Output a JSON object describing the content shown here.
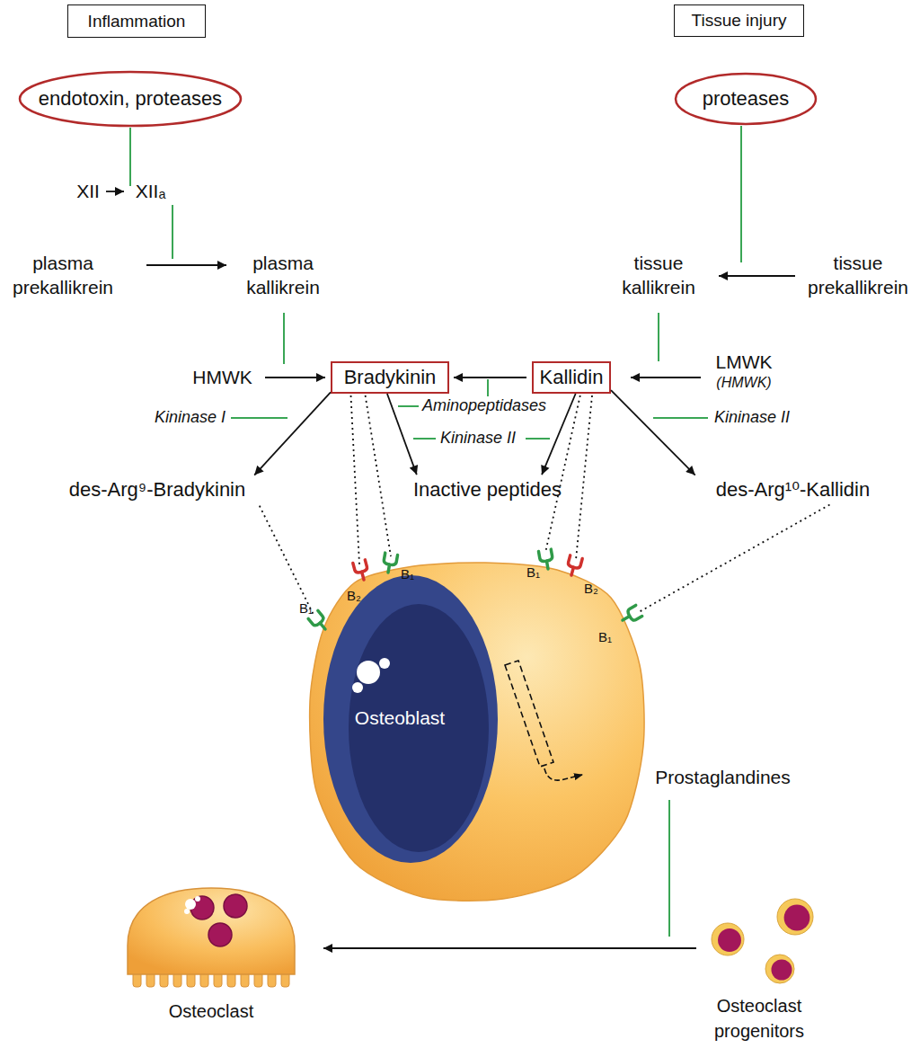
{
  "diagram": {
    "nodes": [
      {
        "text": [
          "Inflammation"
        ]
      },
      {
        "text": [
          "Tissue injury"
        ]
      },
      {
        "text": [
          "endotoxin, proteases"
        ]
      },
      {
        "text": [
          "proteases"
        ]
      },
      {
        "text": [
          "XII"
        ]
      },
      {
        "text": [
          "XIIₐ"
        ]
      },
      {
        "text": [
          "plasma prekallikrein"
        ]
      },
      {
        "text": [
          "plasma kallikrein"
        ]
      },
      {
        "text": [
          "tissue kallikrein"
        ]
      },
      {
        "text": [
          "tissue prekallikrein"
        ]
      },
      {
        "text": [
          "HMWK"
        ]
      },
      {
        "text": [
          "Bradykinin"
        ]
      },
      {
        "text": [
          "Kallidin"
        ]
      },
      {
        "text": [
          "LMWK",
          "(HMWK)"
        ]
      },
      {
        "text": [
          "des-Arg⁹-Bradykinin"
        ]
      },
      {
        "text": [
          "Inactive peptides"
        ]
      },
      {
        "text": [
          "des-Arg¹⁰-Kallidin"
        ]
      },
      {
        "text": [
          "Osteoblast"
        ]
      },
      {
        "text": [
          "Prostaglandines"
        ]
      },
      {
        "text": [
          "Osteoclast"
        ]
      },
      {
        "text": [
          "Osteoclast progenitors"
        ]
      }
    ],
    "edges": [
      {
        "from": 4,
        "to": 5,
        "arrow": "to"
      },
      {
        "from": 6,
        "to": 7,
        "arrow": "to"
      },
      {
        "from": 9,
        "to": 8,
        "arrow": "to"
      },
      {
        "from": 10,
        "to": 11,
        "arrow": "to"
      },
      {
        "from": 13,
        "to": 12,
        "arrow": "to"
      },
      {
        "from": 12,
        "to": 11,
        "arrow": "to"
      },
      {
        "from": 11,
        "to": 14,
        "arrow": "to"
      },
      {
        "from": 11,
        "to": 15,
        "arrow": "to"
      },
      {
        "from": 12,
        "to": 15,
        "arrow": "to"
      },
      {
        "from": 12,
        "to": 16,
        "arrow": "to"
      },
      {
        "from": 14,
        "to": 17,
        "arrow": "none"
      },
      {
        "from": 11,
        "to": 17,
        "arrow": "none"
      },
      {
        "from": 11,
        "to": 17,
        "arrow": "none"
      },
      {
        "from": 12,
        "to": 17,
        "arrow": "none"
      },
      {
        "from": 12,
        "to": 17,
        "arrow": "none"
      },
      {
        "from": 16,
        "to": 17,
        "arrow": "none"
      },
      {
        "from": 20,
        "to": 19,
        "arrow": "to"
      }
    ],
    "labels": [
      "Kininase I",
      "Aminopeptidases",
      "Kininase II",
      "Kininase II",
      "B₁",
      "B₂",
      "B₁",
      "B₁",
      "B₂",
      "B₁"
    ]
  }
}
